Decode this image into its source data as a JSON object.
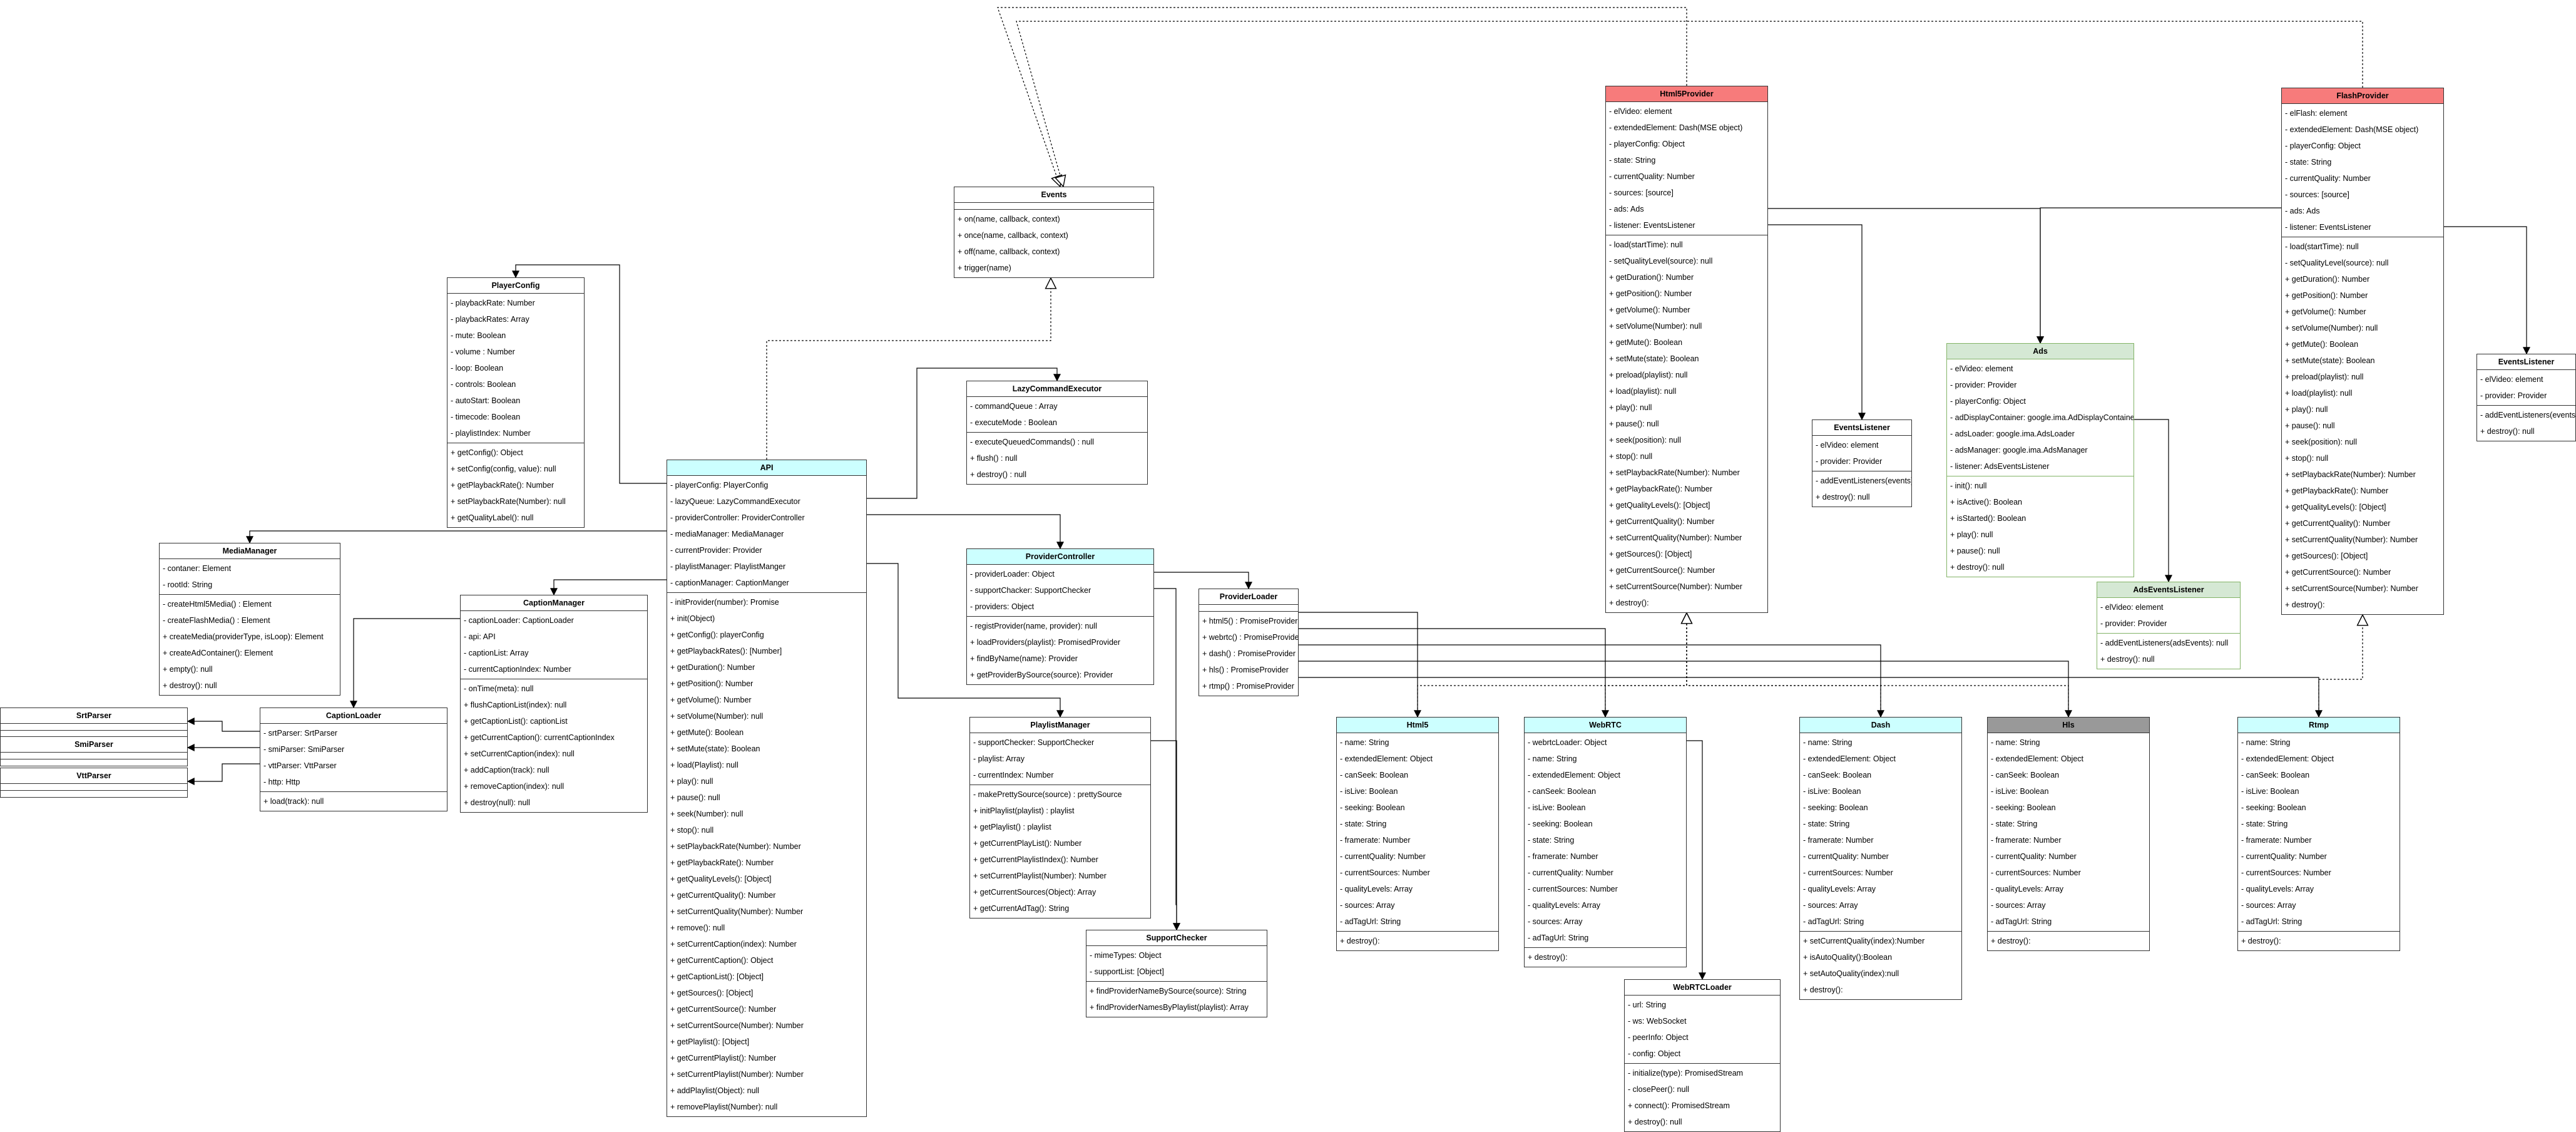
{
  "classes": [
    {
      "id": "Events",
      "title": "Events",
      "theme": "plain",
      "attrs": [],
      "methods": [
        "+ on(name, callback, context)",
        "+ once(name, callback, context)",
        "+ off(name, callback, context)",
        "+ trigger(name)"
      ]
    },
    {
      "id": "PlayerConfig",
      "title": "PlayerConfig",
      "theme": "plain",
      "attrs": [
        "- playbackRate: Number",
        "- playbackRates: Array",
        "- mute: Boolean",
        "- volume : Number",
        "- loop: Boolean",
        "- controls: Boolean",
        "- autoStart: Boolean",
        "- timecode: Boolean",
        "- playlistIndex: Number"
      ],
      "methods": [
        "+ getConfig(): Object",
        "+ setConfig(config, value): null",
        "+ getPlaybackRate(): Number",
        "+ setPlaybackRate(Number): null",
        "+ getQualityLabel(): null"
      ]
    },
    {
      "id": "LazyCommandExecutor",
      "title": "LazyCommandExecutor",
      "theme": "plain",
      "attrs": [
        "- commandQueue : Array",
        "- executeMode : Boolean"
      ],
      "methods": [
        "- executeQueuedCommands() : null",
        "+ flush() : null",
        "+ destroy() : null"
      ]
    },
    {
      "id": "API",
      "title": "API",
      "theme": "cyan",
      "attrs": [
        "- playerConfig: PlayerConfig",
        "- lazyQueue: LazyCommandExecutor",
        "- providerController: ProviderController",
        "- mediaManager: MediaManager",
        "- currentProvider: Provider",
        "- playlistManager: PlaylistManger",
        "- captionManager: CaptionManger"
      ],
      "methods": [
        "- initProvider(number): Promise",
        "+ init(Object)",
        "+ getConfig(): playerConfig",
        "+ getPlaybackRates(): [Number]",
        "+ getDuration(): Number",
        "+ getPosition(): Number",
        "+ getVolume(): Number",
        "+ setVolume(Number): null",
        "+ getMute(): Boolean",
        "+ setMute(state): Boolean",
        "+ load(Playlist): null",
        "+ play(): null",
        "+ pause(): null",
        "+ seek(Number): null",
        "+ stop(): null",
        "+ setPlaybackRate(Number): Number",
        "+ getPlaybackRate(): Number",
        "+ getQualityLevels(): [Object]",
        "+ getCurrentQuality(): Number",
        "+ setCurrentQuality(Number): Number",
        "+ remove(): null",
        "+ setCurrentCaption(index): Number",
        "+ getCurrentCaption(): Object",
        "+ getCaptionList(): [Object]",
        "+ getSources(): [Object]",
        "+ getCurrentSource(): Number",
        "+ setCurrentSource(Number): Number",
        "+ getPlaylist(): [Object]",
        "+ getCurrentPlaylist(): Number",
        "+ setCurrentPlaylist(Number): Number",
        "+ addPlaylist(Object): null",
        "+ removePlaylist(Number): null"
      ]
    },
    {
      "id": "MediaManager",
      "title": "MediaManager",
      "theme": "plain",
      "attrs": [
        "- contaner: Element",
        "- rootId: String"
      ],
      "methods": [
        "- createHtml5Media() : Element",
        "- createFlashMedia() : Element",
        "+ createMedia(providerType, isLoop): Element",
        "+ createAdContainer(): Element",
        "+ empty(): null",
        "+ destroy(): null"
      ]
    },
    {
      "id": "CaptionManager",
      "title": "CaptionManager",
      "theme": "plain",
      "attrs": [
        "- captionLoader: CaptionLoader",
        "- api: API",
        "- captionList: Array",
        "- currentCaptionIndex: Number"
      ],
      "methods": [
        "- onTime(meta): null",
        "+ flushCaptionList(index): null",
        "+ getCaptionList(): captionList",
        "+ getCurrentCaption(): currentCaptionIndex",
        "+ setCurrentCaption(index): null",
        "+ addCaption(track): null",
        "+ removeCaption(index): null",
        "+ destroy(null): null"
      ]
    },
    {
      "id": "CaptionLoader",
      "title": "CaptionLoader",
      "theme": "plain",
      "attrs": [
        "- srtParser: SrtParser",
        "- smiParser: SmiParser",
        "- vttParser: VttParser",
        "- http: Http"
      ],
      "methods": [
        "+ load(track): null"
      ]
    },
    {
      "id": "SrtParser",
      "title": "SrtParser",
      "theme": "plain",
      "attrs": [],
      "methods": []
    },
    {
      "id": "SmiParser",
      "title": "SmiParser",
      "theme": "plain",
      "attrs": [],
      "methods": []
    },
    {
      "id": "VttParser",
      "title": "VttParser",
      "theme": "plain",
      "attrs": [],
      "methods": []
    },
    {
      "id": "ProviderController",
      "title": "ProviderController",
      "theme": "cyan",
      "attrs": [
        "- providerLoader: Object",
        "- supportChacker: SupportChecker",
        "- providers: Object"
      ],
      "methods": [
        "- registProvider(name, provider): null",
        "+ loadProviders(playlist): PromisedProvider",
        "+ findByName(name): Provider",
        "+ getProviderBySource(source): Provider"
      ]
    },
    {
      "id": "ProviderLoader",
      "title": "ProviderLoader",
      "theme": "plain",
      "attrs": [],
      "methods": [
        "+ html5() : PromiseProvider",
        "+ webrtc() : PromiseProvider",
        "+ dash() : PromiseProvider",
        "+ hls() : PromiseProvider",
        "+ rtmp() : PromiseProvider"
      ]
    },
    {
      "id": "PlaylistManager",
      "title": "PlaylistManager",
      "theme": "plain",
      "attrs": [
        "- supportChecker: SupportChecker",
        "- playlist: Array",
        "- currentIndex: Number"
      ],
      "methods": [
        "- makePrettySource(source) : prettySource",
        "+ initPlaylist(playlist) : playlist",
        "+ getPlaylist() : playlist",
        "+ getCurrentPlayList(): Number",
        "+ getCurrentPlaylistIndex(): Number",
        "+ setCurrentPlaylist(Number): Number",
        "+ getCurrentSources(Object): Array",
        "+ getCurrentAdTag(): String"
      ]
    },
    {
      "id": "SupportChecker",
      "title": "SupportChecker",
      "theme": "plain",
      "attrs": [
        "- mimeTypes: Object",
        "- supportList: [Object]"
      ],
      "methods": [
        "+ findProviderNameBySource(source): String",
        "+ findProviderNamesByPlaylist(playlist): Array"
      ]
    },
    {
      "id": "Html5Provider",
      "title": "Html5Provider",
      "theme": "red",
      "attrs": [
        "- elVideo: element",
        "- extendedElement: Dash(MSE object)",
        "- playerConfig: Object",
        "- state: String",
        "- currentQuality: Number",
        "- sources: [source]",
        "- ads: Ads",
        "- listener: EventsListener"
      ],
      "methods": [
        "- load(startTime): null",
        "- setQualityLevel(source): null",
        "+ getDuration(): Number",
        "+ getPosition(): Number",
        "+ getVolume(): Number",
        "+ setVolume(Number): null",
        "+ getMute(): Boolean",
        "+ setMute(state): Boolean",
        "+ preload(playlist): null",
        "+ load(playlist): null",
        "+ play(): null",
        "+ pause(): null",
        "+ seek(position): null",
        "+ stop(): null",
        "+ setPlaybackRate(Number): Number",
        "+ getPlaybackRate(): Number",
        "+ getQualityLevels(): [Object]",
        "+ getCurrentQuality(): Number",
        "+ setCurrentQuality(Number): Number",
        "+ getSources(): [Object]",
        "+ getCurrentSource(): Number",
        "+ setCurrentSource(Number): Number",
        "+ destroy():"
      ]
    },
    {
      "id": "EventsListener1",
      "title": "EventsListener",
      "theme": "plain",
      "attrs": [
        "- elVideo: element",
        "- provider: Provider"
      ],
      "methods": [
        "- addEventListeners(events)",
        "+ destroy(): null"
      ]
    },
    {
      "id": "Ads",
      "title": "Ads",
      "theme": "green",
      "attrs": [
        "- elVideo: element",
        "- provider: Provider",
        "- playerConfig: Object",
        "- adDisplayContainer: google.ima.AdDisplayContainer",
        "- adsLoader: google.ima.AdsLoader",
        "- adsManager: google.ima.AdsManager",
        "- listener: AdsEventsListener"
      ],
      "methods": [
        "- init(): null",
        "+ isActive(): Boolean",
        "+ isStarted(): Boolean",
        "+ play(): null",
        "+ pause(): null",
        "+ destroy(): null"
      ]
    },
    {
      "id": "AdsEventsListener",
      "title": "AdsEventsListener",
      "theme": "green",
      "attrs": [
        "- elVideo: element",
        "- provider: Provider"
      ],
      "methods": [
        "- addEventListeners(adsEvents): null",
        "+ destroy(): null"
      ]
    },
    {
      "id": "FlashProvider",
      "title": "FlashProvider",
      "theme": "red",
      "attrs": [
        "- elFlash: element",
        "- extendedElement: Dash(MSE object)",
        "- playerConfig: Object",
        "- state: String",
        "- currentQuality: Number",
        "- sources: [source]",
        "- ads: Ads",
        "- listener: EventsListener"
      ],
      "methods": [
        "- load(startTime): null",
        "- setQualityLevel(source): null",
        "+ getDuration(): Number",
        "+ getPosition(): Number",
        "+ getVolume(): Number",
        "+ setVolume(Number): null",
        "+ getMute(): Boolean",
        "+ setMute(state): Boolean",
        "+ preload(playlist): null",
        "+ load(playlist): null",
        "+ play(): null",
        "+ pause(): null",
        "+ seek(position): null",
        "+ stop(): null",
        "+ setPlaybackRate(Number): Number",
        "+ getPlaybackRate(): Number",
        "+ getQualityLevels(): [Object]",
        "+ getCurrentQuality(): Number",
        "+ setCurrentQuality(Number): Number",
        "+ getSources(): [Object]",
        "+ getCurrentSource(): Number",
        "+ setCurrentSource(Number): Number",
        "+ destroy():"
      ]
    },
    {
      "id": "EventsListener2",
      "title": "EventsListener",
      "theme": "plain",
      "attrs": [
        "- elVideo: element",
        "- provider: Provider"
      ],
      "methods": [
        "- addEventListeners(events)",
        "+ destroy(): null"
      ]
    },
    {
      "id": "Html5",
      "title": "Html5",
      "theme": "cyan",
      "attrs": [
        "- name: String",
        "- extendedElement: Object",
        "- canSeek: Boolean",
        "- isLive: Boolean",
        "- seeking: Boolean",
        "- state: String",
        "- framerate: Number",
        "- currentQuality: Number",
        "- currentSources: Number",
        "- qualityLevels: Array",
        "- sources: Array",
        "- adTagUrl: String"
      ],
      "methods": [
        "+ destroy():"
      ]
    },
    {
      "id": "WebRTC",
      "title": "WebRTC",
      "theme": "cyan",
      "attrs": [
        "- webrtcLoader: Object",
        "- name: String",
        "- extendedElement: Object",
        "- canSeek: Boolean",
        "- isLive: Boolean",
        "- seeking: Boolean",
        "- state: String",
        "- framerate: Number",
        "- currentQuality: Number",
        "- currentSources: Number",
        "- qualityLevels: Array",
        "- sources: Array",
        "- adTagUrl: String"
      ],
      "methods": [
        "+ destroy():"
      ]
    },
    {
      "id": "WebRTCLoader",
      "title": "WebRTCLoader",
      "theme": "plain",
      "attrs": [
        "- url: String",
        "- ws: WebSocket",
        "- peerInfo: Object",
        "- config: Object"
      ],
      "methods": [
        "- initialize(type): PromisedStream",
        "- closePeer(): null",
        "+ connect(): PromisedStream",
        "+ destroy(): null"
      ]
    },
    {
      "id": "Dash",
      "title": "Dash",
      "theme": "cyan",
      "attrs": [
        "- name: String",
        "- extendedElement: Object",
        "- canSeek: Boolean",
        "- isLive: Boolean",
        "- seeking: Boolean",
        "- state: String",
        "- framerate: Number",
        "- currentQuality: Number",
        "- currentSources: Number",
        "- qualityLevels: Array",
        "- sources: Array",
        "- adTagUrl: String"
      ],
      "methods": [
        "+ setCurrentQuality(index):Number",
        "+ isAutoQuality():Boolean",
        "+ setAutoQuality(index):null",
        "+ destroy():"
      ]
    },
    {
      "id": "Hls",
      "title": "Hls",
      "theme": "gray",
      "attrs": [
        "- name: String",
        "- extendedElement: Object",
        "- canSeek: Boolean",
        "- isLive: Boolean",
        "- seeking: Boolean",
        "- state: String",
        "- framerate: Number",
        "- currentQuality: Number",
        "- currentSources: Number",
        "- qualityLevels: Array",
        "- sources: Array",
        "- adTagUrl: String"
      ],
      "methods": [
        "+ destroy():"
      ]
    },
    {
      "id": "Rtmp",
      "title": "Rtmp",
      "theme": "cyan",
      "attrs": [
        "- name: String",
        "- extendedElement: Object",
        "- canSeek: Boolean",
        "- isLive: Boolean",
        "- seeking: Boolean",
        "- state: String",
        "- framerate: Number",
        "- currentQuality: Number",
        "- currentSources: Number",
        "- qualityLevels: Array",
        "- sources: Array",
        "- adTagUrl: String"
      ],
      "methods": [
        "+ destroy():"
      ]
    }
  ],
  "edges": [
    {
      "kind": "assoc",
      "from": "API",
      "to": "PlayerConfig"
    },
    {
      "kind": "assoc",
      "from": "API",
      "to": "LazyCommandExecutor"
    },
    {
      "kind": "assoc",
      "from": "API",
      "to": "ProviderController"
    },
    {
      "kind": "assoc",
      "from": "API",
      "to": "MediaManager"
    },
    {
      "kind": "assoc",
      "from": "API",
      "to": "PlaylistManager"
    },
    {
      "kind": "assoc",
      "from": "API",
      "to": "CaptionManager"
    },
    {
      "kind": "realize",
      "from": "API",
      "to": "Events"
    },
    {
      "kind": "assoc",
      "from": "CaptionManager",
      "to": "CaptionLoader"
    },
    {
      "kind": "assoc",
      "from": "CaptionLoader",
      "to": "SrtParser"
    },
    {
      "kind": "assoc",
      "from": "CaptionLoader",
      "to": "SmiParser"
    },
    {
      "kind": "assoc",
      "from": "CaptionLoader",
      "to": "VttParser"
    },
    {
      "kind": "assoc",
      "from": "ProviderController",
      "to": "ProviderLoader"
    },
    {
      "kind": "assoc",
      "from": "ProviderController",
      "to": "SupportChecker"
    },
    {
      "kind": "assoc",
      "from": "PlaylistManager",
      "to": "SupportChecker"
    },
    {
      "kind": "assoc",
      "from": "ProviderLoader",
      "to": "Html5"
    },
    {
      "kind": "assoc",
      "from": "ProviderLoader",
      "to": "WebRTC"
    },
    {
      "kind": "assoc",
      "from": "ProviderLoader",
      "to": "Dash"
    },
    {
      "kind": "assoc",
      "from": "ProviderLoader",
      "to": "Hls"
    },
    {
      "kind": "assoc",
      "from": "ProviderLoader",
      "to": "Rtmp"
    },
    {
      "kind": "realize",
      "from": "Html5Provider",
      "to": "Events"
    },
    {
      "kind": "realize",
      "from": "FlashProvider",
      "to": "Events"
    },
    {
      "kind": "assoc",
      "from": "Html5Provider",
      "to": "EventsListener1"
    },
    {
      "kind": "assoc",
      "from": "Html5Provider",
      "to": "Ads"
    },
    {
      "kind": "assoc",
      "from": "FlashProvider",
      "to": "Ads"
    },
    {
      "kind": "assoc",
      "from": "FlashProvider",
      "to": "EventsListener2"
    },
    {
      "kind": "assoc",
      "from": "Ads",
      "to": "AdsEventsListener"
    },
    {
      "kind": "realize",
      "from": "Html5",
      "to": "Html5Provider"
    },
    {
      "kind": "realize",
      "from": "WebRTC",
      "to": "Html5Provider"
    },
    {
      "kind": "realize",
      "from": "Dash",
      "to": "Html5Provider"
    },
    {
      "kind": "realize",
      "from": "Hls",
      "to": "Html5Provider"
    },
    {
      "kind": "realize",
      "from": "Rtmp",
      "to": "FlashProvider"
    },
    {
      "kind": "assoc",
      "from": "WebRTC",
      "to": "WebRTCLoader"
    }
  ]
}
